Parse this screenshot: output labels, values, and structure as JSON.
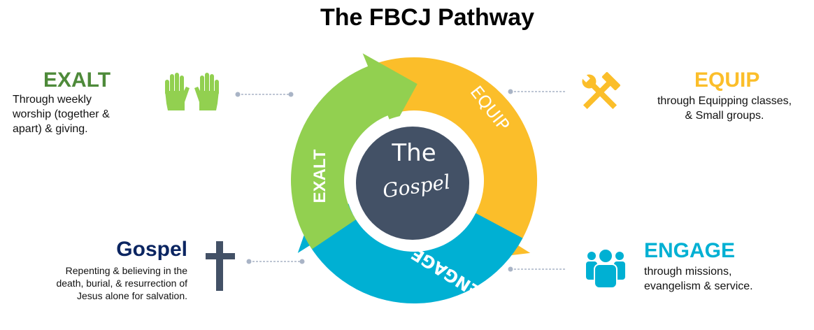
{
  "title": "The FBCJ Pathway",
  "center": {
    "line1": "The",
    "line2": "Gospel"
  },
  "ring": {
    "exalt": "EXALT",
    "equip": "EQUIP",
    "engage": "ENGAGE"
  },
  "sections": {
    "exalt": {
      "heading": "EXALT",
      "lines": [
        "Through weekly",
        "worship (together &",
        "apart) & giving."
      ],
      "icon": "raised-hands-icon"
    },
    "equip": {
      "heading": "EQUIP",
      "lines": [
        "through Equipping classes,",
        "& Small groups."
      ],
      "icon": "hammer-wrench-icon"
    },
    "gospel": {
      "heading": "Gospel",
      "lines": [
        "Repenting & believing in the",
        "death, burial, & resurrection of",
        "Jesus alone for salvation."
      ],
      "icon": "cross-icon"
    },
    "engage": {
      "heading": "ENGAGE",
      "lines": [
        "through missions,",
        "evangelism & service."
      ],
      "icon": "people-group-icon"
    }
  },
  "colors": {
    "green": "#92D050",
    "dark_green": "#4E8A3A",
    "orange": "#FBBE2A",
    "blue": "#00B0D3",
    "navy": "#0B2561",
    "slate": "#435166",
    "connector": "#A9B4C6"
  }
}
